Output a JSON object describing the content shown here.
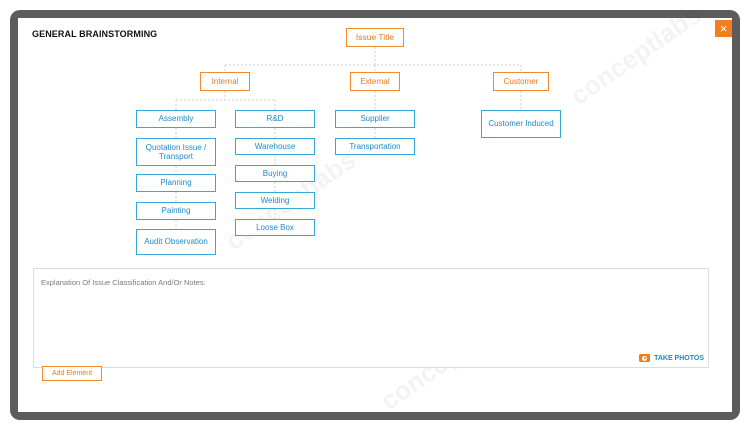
{
  "window": {
    "title": "GENERAL BRAINSTORMING",
    "close_label": "×"
  },
  "root": "Issue Title",
  "categories": [
    {
      "label": "Internal",
      "columns": [
        [
          "Assembly",
          "Quotation Issue / Transport",
          "Planning",
          "Painting",
          "Audit Observation"
        ],
        [
          "R&D",
          "Warehouse",
          "Buying",
          "Welding",
          "Loose Box"
        ]
      ]
    },
    {
      "label": "External",
      "columns": [
        [
          "Supplier",
          "Transportation"
        ]
      ]
    },
    {
      "label": "Customer",
      "columns": [
        [
          "Customer Induced"
        ]
      ]
    }
  ],
  "notes": {
    "placeholder": "Explanation Of Issue Classification And/Or Notes:",
    "value": ""
  },
  "actions": {
    "take_photos": "TAKE PHOTOS",
    "add_element": "Add Element"
  },
  "watermark": "conceptlabs",
  "colors": {
    "accent": "#f07f1c",
    "node_blue": "#35a8d9",
    "frame": "#5c5c5c"
  },
  "icons": [
    "close-icon",
    "camera-icon"
  ]
}
